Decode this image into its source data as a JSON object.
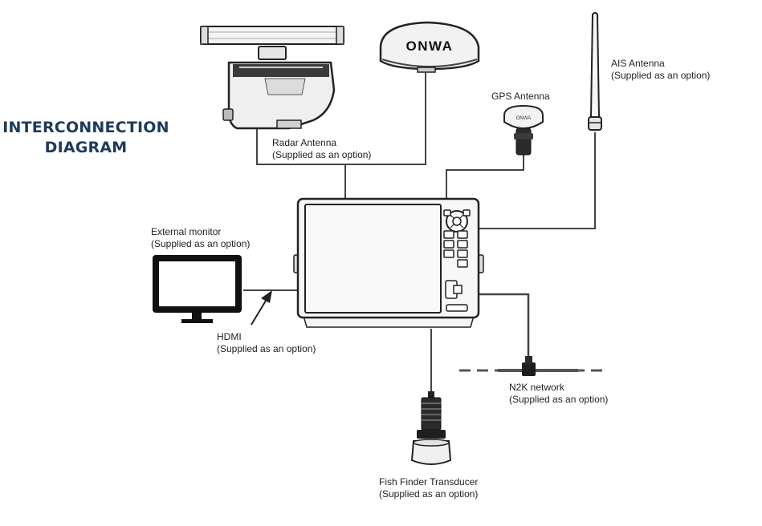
{
  "diagram": {
    "title_line1": "INTERCONNECTION",
    "title_line2": "DIAGRAM",
    "colors": {
      "title": "#1c3a5c",
      "line": "#444444",
      "device": "#222222"
    },
    "brand_text": "ONWA",
    "labels": {
      "radar": {
        "name": "Radar Antenna",
        "note": "(Supplied as an option)"
      },
      "gps": {
        "name": "GPS Antenna"
      },
      "ais": {
        "name": "AIS Antenna",
        "note": "(Supplied as an option)"
      },
      "monitor": {
        "name": "External monitor",
        "note": "(Supplied as an option)"
      },
      "hdmi": {
        "name": "HDMI",
        "note": "(Supplied as an option)"
      },
      "n2k": {
        "name": "N2K network",
        "note": "(Supplied as an option)"
      },
      "transducer": {
        "name": "Fish Finder Transducer",
        "note": "(Supplied as an option)"
      }
    }
  }
}
